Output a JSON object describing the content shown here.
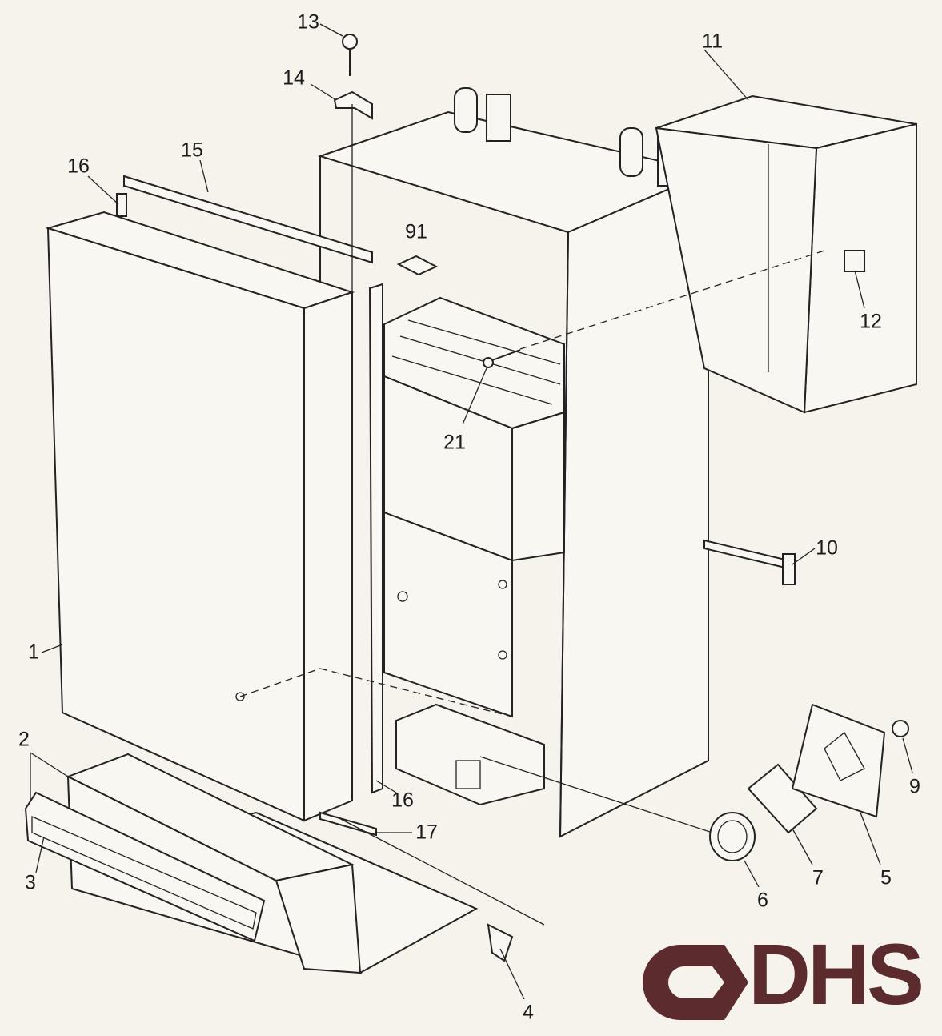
{
  "diagram": {
    "title": "Exploded parts diagram",
    "parts": [
      {
        "id": "p13",
        "label": "13"
      },
      {
        "id": "p14",
        "label": "14"
      },
      {
        "id": "p15",
        "label": "15"
      },
      {
        "id": "p16a",
        "label": "16"
      },
      {
        "id": "p91",
        "label": "91"
      },
      {
        "id": "p11",
        "label": "11"
      },
      {
        "id": "p12",
        "label": "12"
      },
      {
        "id": "p21",
        "label": "21"
      },
      {
        "id": "p10",
        "label": "10"
      },
      {
        "id": "p1",
        "label": "1"
      },
      {
        "id": "p2",
        "label": "2"
      },
      {
        "id": "p3",
        "label": "3"
      },
      {
        "id": "p16b",
        "label": "16"
      },
      {
        "id": "p17",
        "label": "17"
      },
      {
        "id": "p4",
        "label": "4"
      },
      {
        "id": "p6",
        "label": "6"
      },
      {
        "id": "p7",
        "label": "7"
      },
      {
        "id": "p5",
        "label": "5"
      },
      {
        "id": "p9",
        "label": "9"
      }
    ],
    "logo": {
      "text": "DHS",
      "color": "#5b2b2e"
    }
  }
}
